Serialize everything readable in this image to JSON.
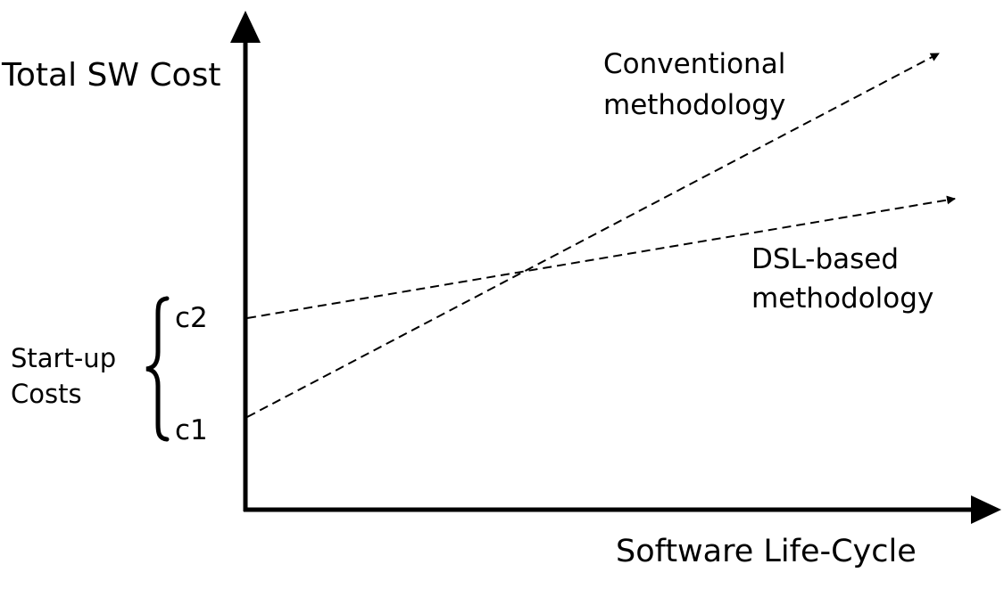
{
  "y_axis_label": "Total SW Cost",
  "x_axis_label": "Software Life-Cycle",
  "lines": {
    "conventional": {
      "label_line1": "Conventional",
      "label_line2": "methodology",
      "start_label": "c1"
    },
    "dsl": {
      "label_line1": "DSL-based",
      "label_line2": "methodology",
      "start_label": "c2"
    }
  },
  "startup": {
    "line1": "Start-up",
    "line2": "Costs"
  },
  "colors": {
    "ink": "#000000",
    "background": "#ffffff"
  }
}
